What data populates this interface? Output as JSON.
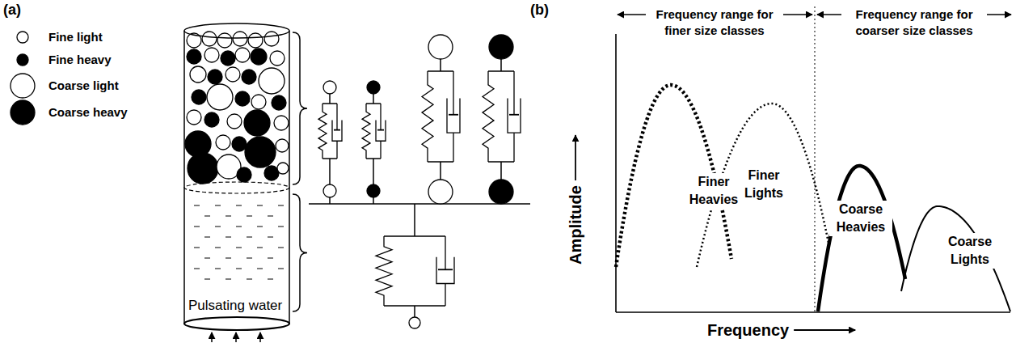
{
  "diagram": {
    "labels": [
      "(a)",
      "Pulsating water",
      "(b)",
      "Frequency range for finer size classes",
      "Frequency range for coarser size classes",
      "Amplitude",
      "Frequency",
      "Finer Heavies",
      "Finer Lights",
      "Coarse Heavies",
      "Coarse Lights"
    ],
    "legend": [
      {
        "text": "Fine light"
      },
      {
        "text": "Fine heavy"
      },
      {
        "text": "Coarse light"
      },
      {
        "text": "Coarse heavy"
      }
    ]
  }
}
